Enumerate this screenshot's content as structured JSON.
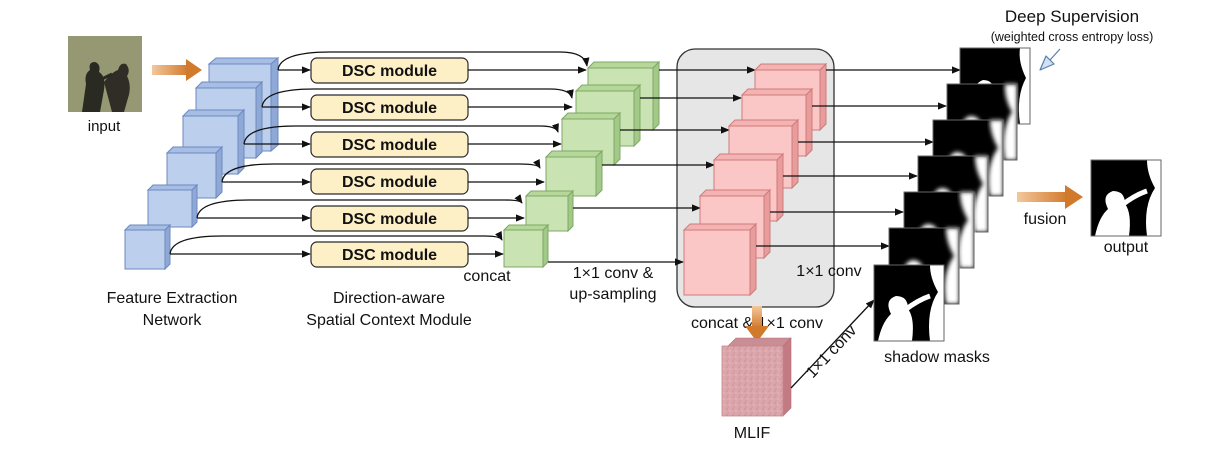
{
  "labels": {
    "input": "input",
    "feature_extraction_1": "Feature Extraction",
    "feature_extraction_2": "Network",
    "dsac_1": "Direction-aware",
    "dsac_2": "Spatial Context Module",
    "concat": "concat",
    "conv_up_1": "1×1 conv &",
    "conv_up_2": "up-sampling",
    "concat_conv": "concat & 1×1 conv",
    "conv_right": "1×1 conv",
    "conv_mlif": "1×1 conv",
    "mlif": "MLIF",
    "deep_supervision": "Deep Supervision",
    "deep_supervision_sub": "(weighted cross entropy loss)",
    "shadow_masks": "shadow masks",
    "fusion": "fusion",
    "output": "output"
  },
  "dsc_modules": [
    {
      "label": "DSC module"
    },
    {
      "label": "DSC module"
    },
    {
      "label": "DSC module"
    },
    {
      "label": "DSC module"
    },
    {
      "label": "DSC module"
    },
    {
      "label": "DSC module"
    }
  ],
  "colors": {
    "blue_face": "#bcd0ee",
    "blue_side": "#8fa9d6",
    "blue_stroke": "#6d89bf",
    "green_face": "#c9e3b3",
    "green_side": "#a3c988",
    "green_stroke": "#7ea864",
    "red_face": "#fbc6c6",
    "red_side": "#e89c9c",
    "red_stroke": "#d07a7a",
    "dsc_fill": "#fdefc6",
    "dsc_stroke": "#2a2a2a",
    "orange_arrow": "#d27a2c",
    "gray_box": "#e6e6e6",
    "mlif": "#d9a3a8"
  }
}
